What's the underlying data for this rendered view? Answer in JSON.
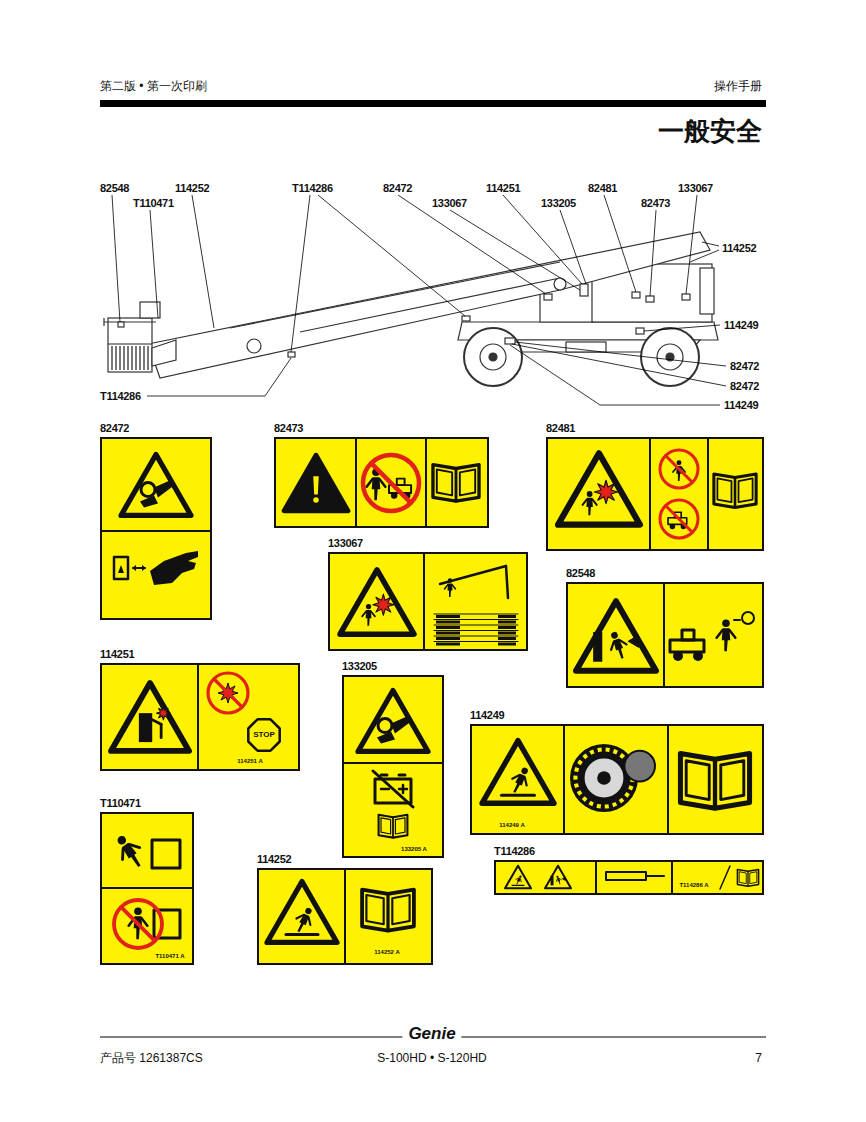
{
  "diagram": {
    "title": "一般安全",
    "nodes": [
      {
        "text": [
          "82472"
        ]
      },
      {
        "text": [
          "82473"
        ]
      },
      {
        "text": [
          "82481"
        ]
      },
      {
        "text": [
          "133067"
        ]
      },
      {
        "text": [
          "82548"
        ]
      },
      {
        "text": [
          "114251",
          "STOP",
          "114251 A"
        ]
      },
      {
        "text": [
          "133205",
          "133205 A"
        ]
      },
      {
        "text": [
          "114249",
          "114249 A"
        ]
      },
      {
        "text": [
          "T110471",
          "T110471 A"
        ]
      },
      {
        "text": [
          "114252",
          "114252 A"
        ]
      },
      {
        "text": [
          "T114286",
          "T114286 A"
        ]
      }
    ],
    "labels": [
      "第二版 • 第一次印刷",
      "操作手册",
      "82548",
      "114252",
      "T110471",
      "T114286",
      "82472",
      "133067",
      "114251",
      "133205",
      "82481",
      "82473",
      "133067",
      "114252",
      "114249",
      "82472",
      "82472",
      "114249",
      "T114286",
      "Genie",
      "产品号 1261387CS",
      "S-100HD • S-120HD",
      "7"
    ]
  }
}
